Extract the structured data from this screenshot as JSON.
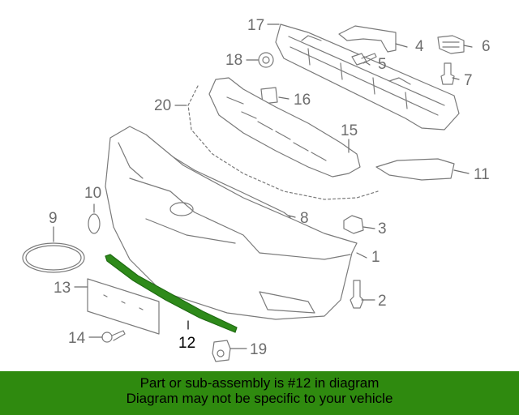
{
  "callouts": {
    "c1": "1",
    "c2": "2",
    "c3": "3",
    "c4": "4",
    "c5": "5",
    "c6": "6",
    "c7": "7",
    "c8": "8",
    "c9": "9",
    "c10": "10",
    "c11": "11",
    "c12": "12",
    "c13": "13",
    "c14": "14",
    "c15": "15",
    "c16": "16",
    "c17": "17",
    "c18": "18",
    "c19": "19",
    "c20": "20"
  },
  "highlight": {
    "part": "12",
    "color": "#1f6b12"
  },
  "banner": {
    "line1": "Part or sub-assembly is #12 in diagram",
    "line2": "Diagram may not be specific to your vehicle",
    "background": "#2f8a0f"
  }
}
